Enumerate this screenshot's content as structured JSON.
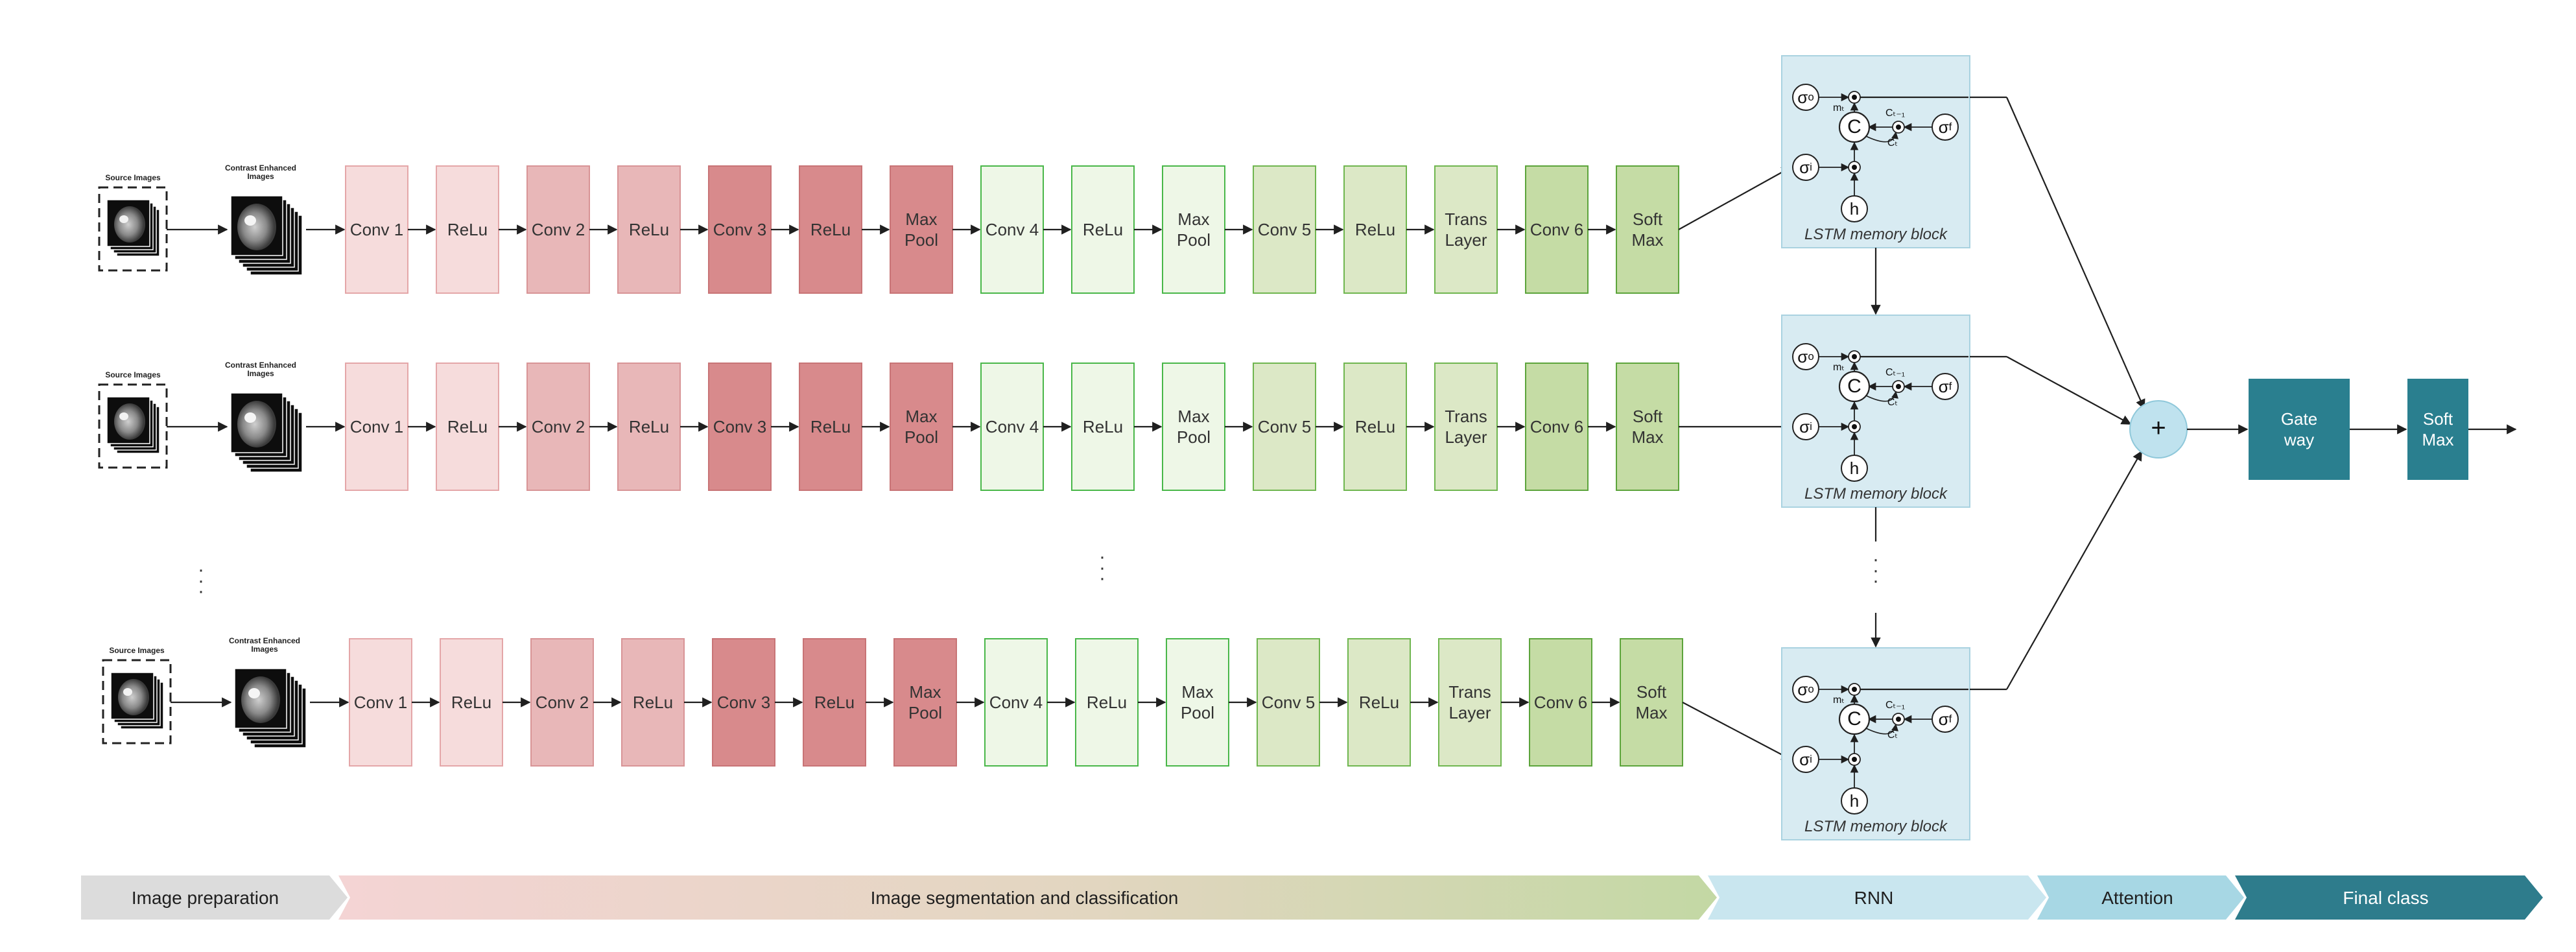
{
  "colors": {
    "pink_1": "#F6DCDC",
    "pink_2": "#E8B7B8",
    "pink_3": "#D88A8C",
    "green_1": "#EEF7E7",
    "green_2": "#DCE8C6",
    "green_3": "#C5DCA5",
    "lstm_bg": "#D8EBF2",
    "teal": "#2A7F8F",
    "plus_circle": "#BFE2EE",
    "stage_gray": "#DCDCDC",
    "stage_rnn": "#C9E6EF",
    "stage_attention": "#A7D7E4",
    "stage_final": "#2E7C8C"
  },
  "rows": [
    {
      "source_label": "Source Images",
      "enhanced_label": "Contrast Enhanced\nImages",
      "blocks": [
        "Conv 1",
        "ReLu",
        "Conv 2",
        "ReLu",
        "Conv 3",
        "ReLu",
        "Max\nPool",
        "Conv 4",
        "ReLu",
        "Max\nPool",
        "Conv 5",
        "ReLu",
        "Trans\nLayer",
        "Conv 6",
        "Soft\nMax"
      ]
    },
    {
      "source_label": "Source Images",
      "enhanced_label": "Contrast Enhanced\nImages",
      "blocks": [
        "Conv 1",
        "ReLu",
        "Conv 2",
        "ReLu",
        "Conv 3",
        "ReLu",
        "Max\nPool",
        "Conv 4",
        "ReLu",
        "Max\nPool",
        "Conv 5",
        "ReLu",
        "Trans\nLayer",
        "Conv 6",
        "Soft\nMax"
      ]
    },
    {
      "source_label": "Source Images",
      "enhanced_label": "Contrast Enhanced\nImages",
      "blocks": [
        "Conv 1",
        "ReLu",
        "Conv 2",
        "ReLu",
        "Conv 3",
        "ReLu",
        "Max\nPool",
        "Conv 4",
        "ReLu",
        "Max\nPool",
        "Conv 5",
        "ReLu",
        "Trans\nLayer",
        "Conv 6",
        "Soft\nMax"
      ]
    }
  ],
  "lstm": {
    "caption": "LSTM memory block",
    "sigma": "σ",
    "sub_o": "o",
    "sub_i": "i",
    "sub_f": "f",
    "cell": "C",
    "hidden": "h",
    "mt": "mₜ",
    "c_prev": "Cₜ₋₁",
    "c_t": "Cₜ"
  },
  "plus_symbol": "+",
  "gateway_label": "Gate\nway",
  "final_softmax_label": "Soft\nMax",
  "stages": [
    "Image preparation",
    "Image segmentation and classification",
    "RNN",
    "Attention",
    "Final class"
  ]
}
